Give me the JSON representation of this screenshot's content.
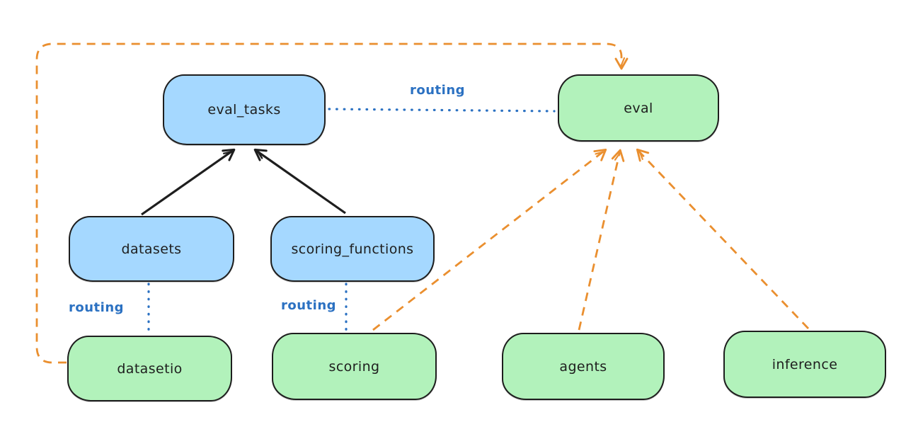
{
  "diagram": {
    "background": "#ffffff",
    "colors": {
      "node_blue_fill": "#a5d8ff",
      "node_green_fill": "#b2f2bb",
      "node_stroke": "#1e1e1e",
      "routing_blue": "#2b71c2",
      "solid_arrow_black": "#1e1e1e",
      "dashed_arrow_orange": "#ea8f2f"
    },
    "nodes": [
      {
        "id": "eval_tasks",
        "label": "eval_tasks",
        "fill": "blue"
      },
      {
        "id": "eval",
        "label": "eval",
        "fill": "green"
      },
      {
        "id": "datasets",
        "label": "datasets",
        "fill": "blue"
      },
      {
        "id": "scoring_functions",
        "label": "scoring_functions",
        "fill": "blue"
      },
      {
        "id": "datasetio",
        "label": "datasetio",
        "fill": "green"
      },
      {
        "id": "scoring",
        "label": "scoring",
        "fill": "green"
      },
      {
        "id": "agents",
        "label": "agents",
        "fill": "green"
      },
      {
        "id": "inference",
        "label": "inference",
        "fill": "green"
      }
    ],
    "edges": [
      {
        "from": "datasets",
        "to": "eval_tasks",
        "style": "solid",
        "color": "#1e1e1e",
        "arrowhead": "arrow"
      },
      {
        "from": "scoring_functions",
        "to": "eval_tasks",
        "style": "solid",
        "color": "#1e1e1e",
        "arrowhead": "arrow"
      },
      {
        "from": "eval_tasks",
        "to": "eval",
        "style": "dotted",
        "color": "#2b71c2",
        "label": "routing"
      },
      {
        "from": "datasets",
        "to": "datasetio",
        "style": "dotted",
        "color": "#2b71c2",
        "label": "routing"
      },
      {
        "from": "scoring_functions",
        "to": "scoring",
        "style": "dotted",
        "color": "#2b71c2",
        "label": "routing"
      },
      {
        "from": "datasetio",
        "to": "eval",
        "style": "dashed",
        "color": "#ea8f2f",
        "arrowhead": "arrow",
        "route": "around-left-and-top"
      },
      {
        "from": "scoring",
        "to": "eval",
        "style": "dashed",
        "color": "#ea8f2f",
        "arrowhead": "arrow"
      },
      {
        "from": "agents",
        "to": "eval",
        "style": "dashed",
        "color": "#ea8f2f",
        "arrowhead": "arrow"
      },
      {
        "from": "inference",
        "to": "eval",
        "style": "dashed",
        "color": "#ea8f2f",
        "arrowhead": "arrow"
      }
    ]
  }
}
